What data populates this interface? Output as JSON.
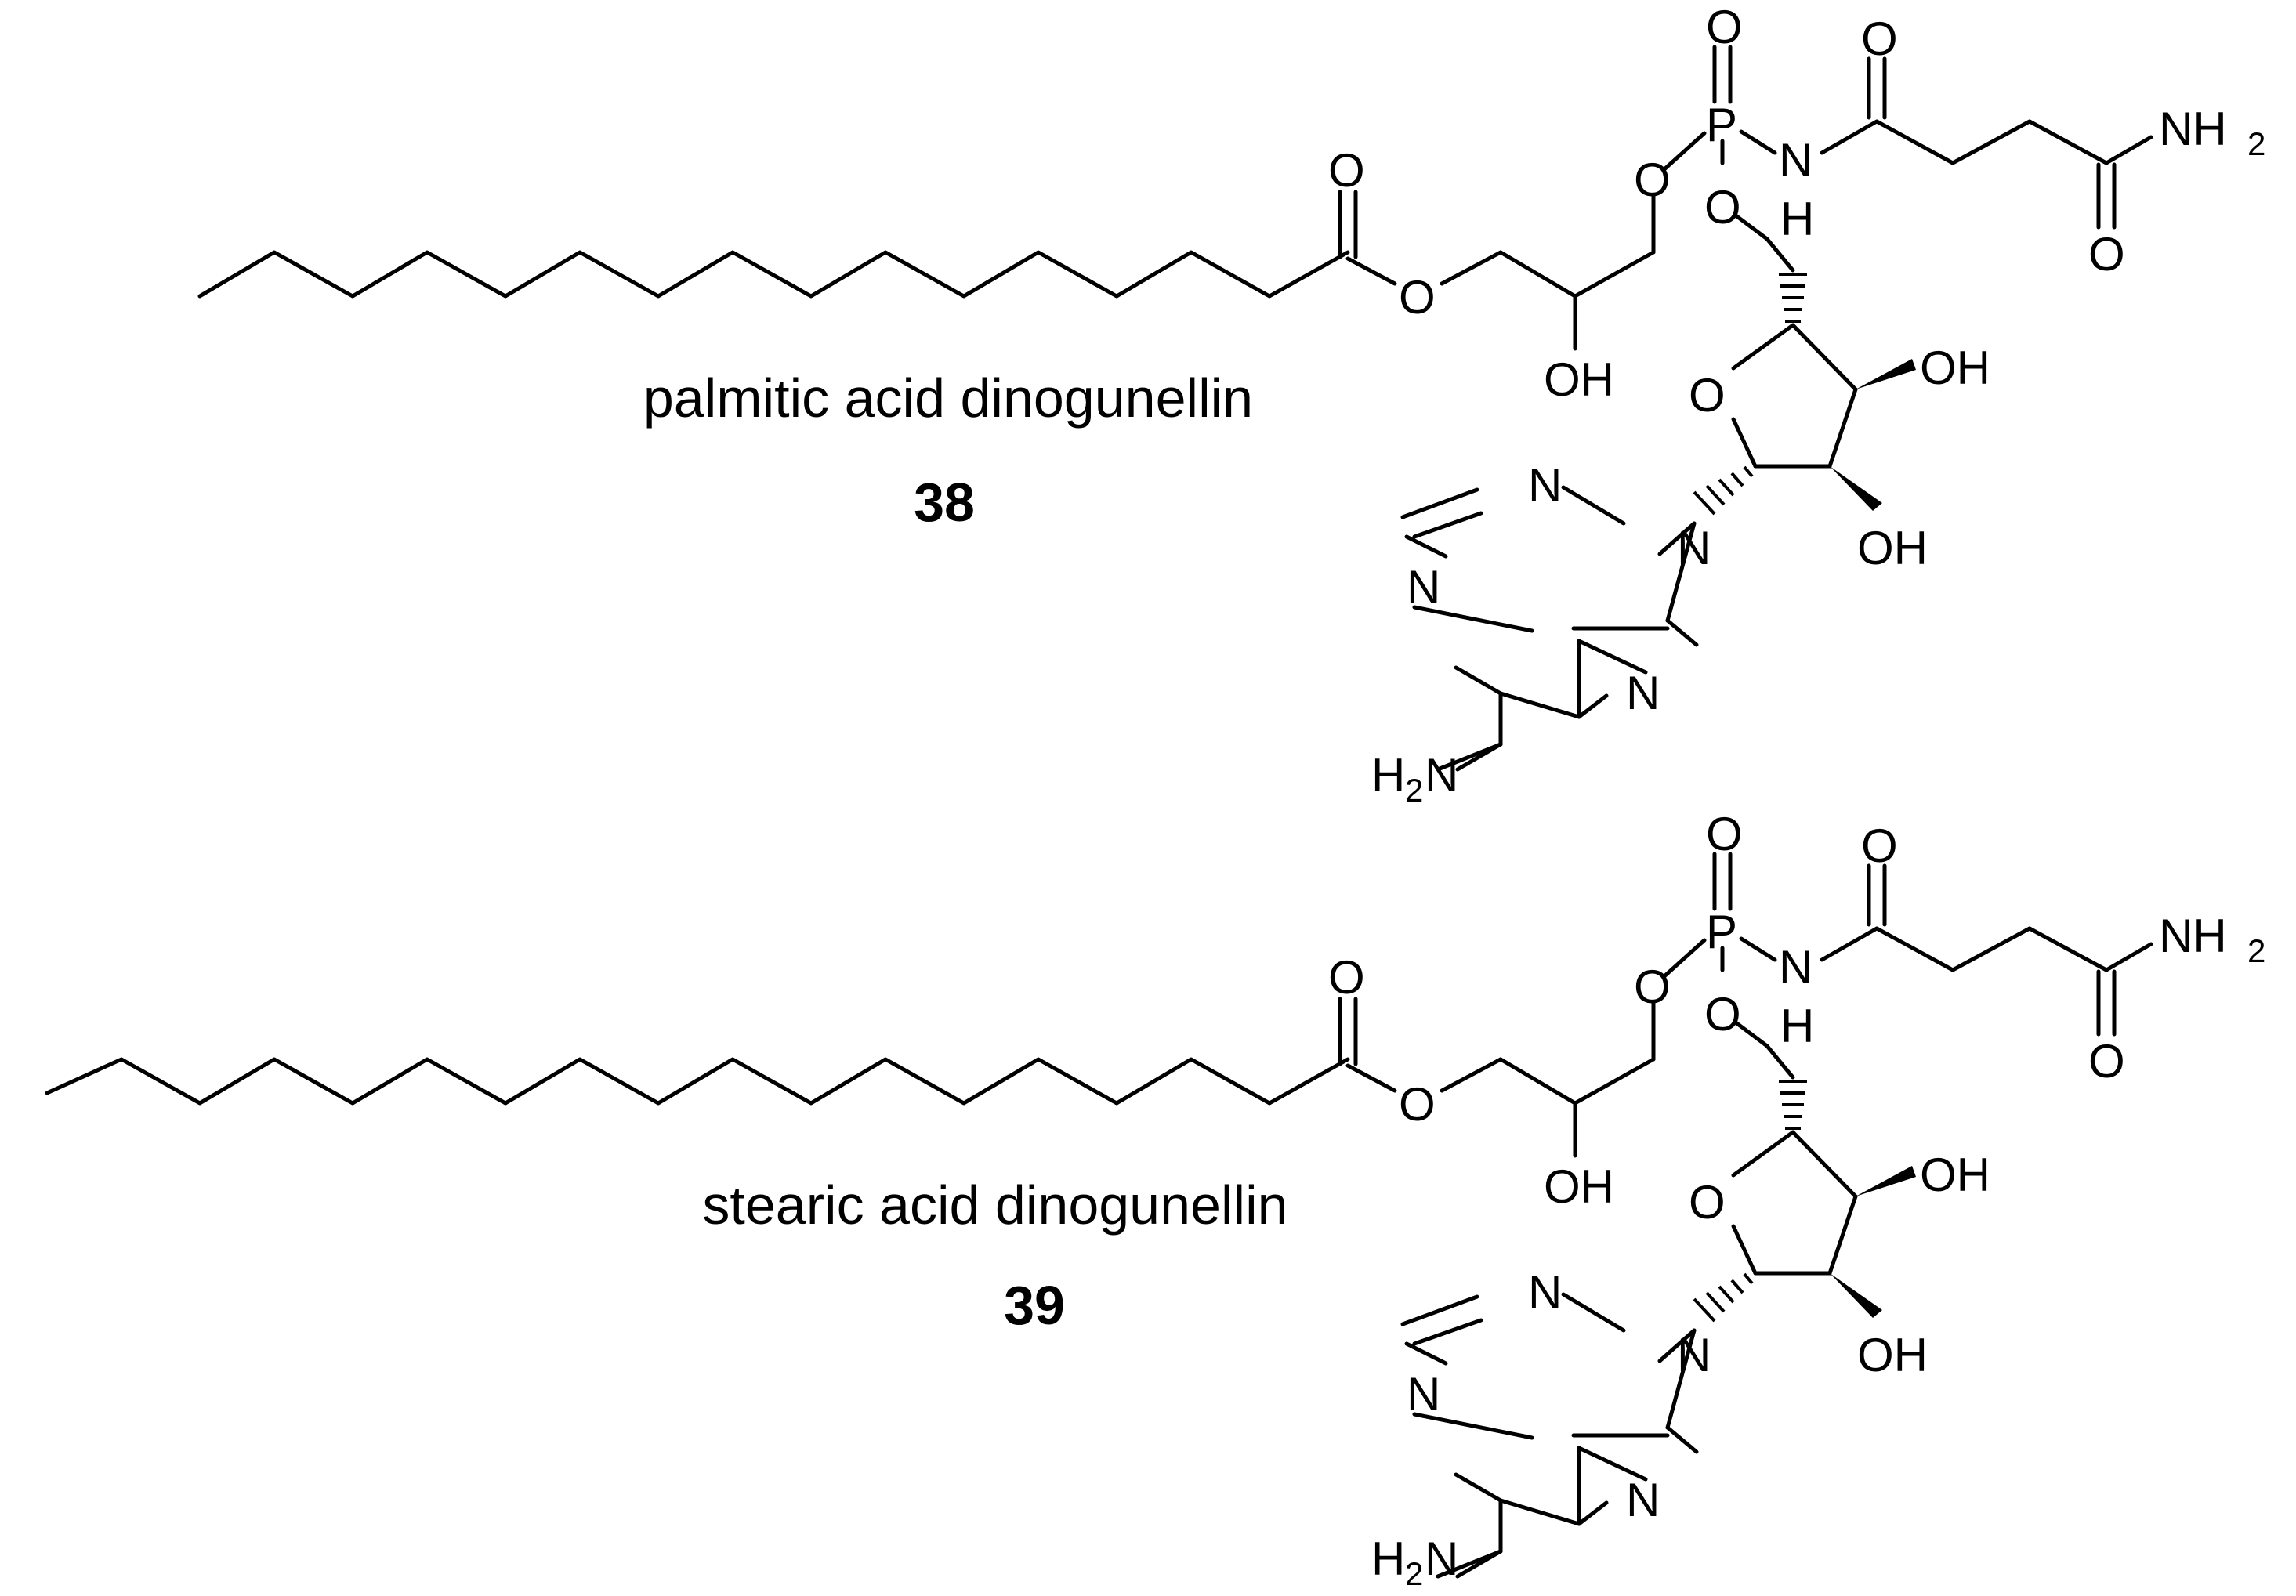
{
  "compounds": [
    {
      "name": "palmitic acid dinogunellin",
      "number": "38",
      "chain_carbons": 16
    },
    {
      "name": "stearic acid dinogunellin",
      "number": "39",
      "chain_carbons": 18
    }
  ],
  "atoms": {
    "O": "O",
    "OH": "OH",
    "P": "P",
    "N": "N",
    "H": "H",
    "NH2": "NH",
    "H2N": "H",
    "sub2": "2"
  },
  "colors": {
    "ink": "#000000",
    "background": "#ffffff"
  }
}
